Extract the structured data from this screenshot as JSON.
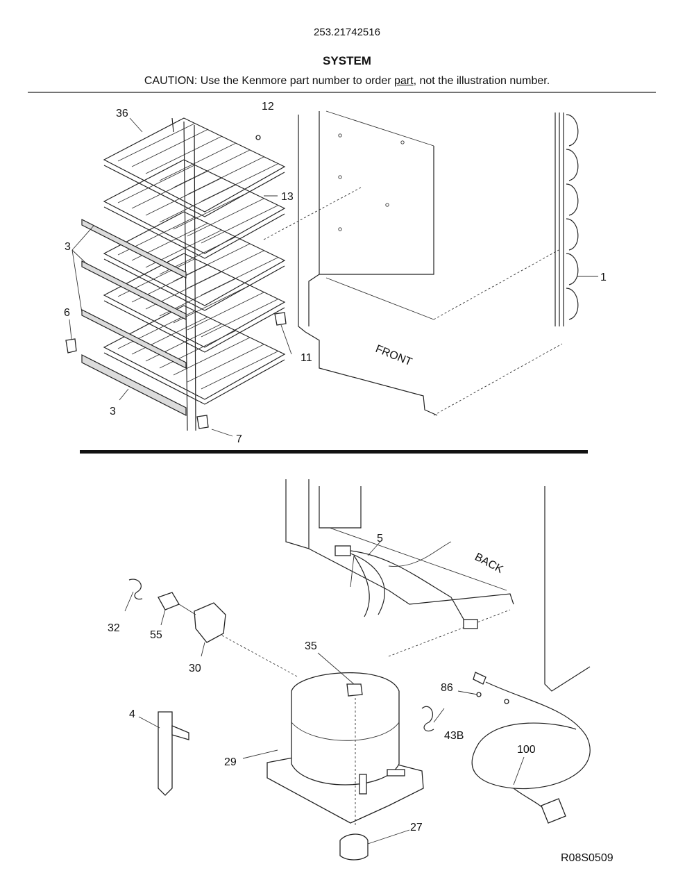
{
  "header": {
    "model_number": "253.21742516",
    "section_title": "SYSTEM",
    "caution_prefix": "CAUTION: Use the Kenmore part number to order ",
    "caution_underlined": "part",
    "caution_suffix": ", not the illustration number."
  },
  "upper_diagram": {
    "callouts": {
      "p36": "36",
      "p12": "12",
      "p13": "13",
      "p3a": "3",
      "p6": "6",
      "p11": "11",
      "p3b": "3",
      "p7": "7",
      "p1": "1"
    },
    "cabinet_label": "FRONT"
  },
  "lower_diagram": {
    "callouts": {
      "p5": "5",
      "p32": "32",
      "p55": "55",
      "p30": "30",
      "p35": "35",
      "p86": "86",
      "p43b": "43B",
      "p100": "100",
      "p4": "4",
      "p29": "29",
      "p27": "27"
    },
    "cabinet_label": "BACK"
  },
  "footer": {
    "drawing_code": "R08S0509"
  }
}
